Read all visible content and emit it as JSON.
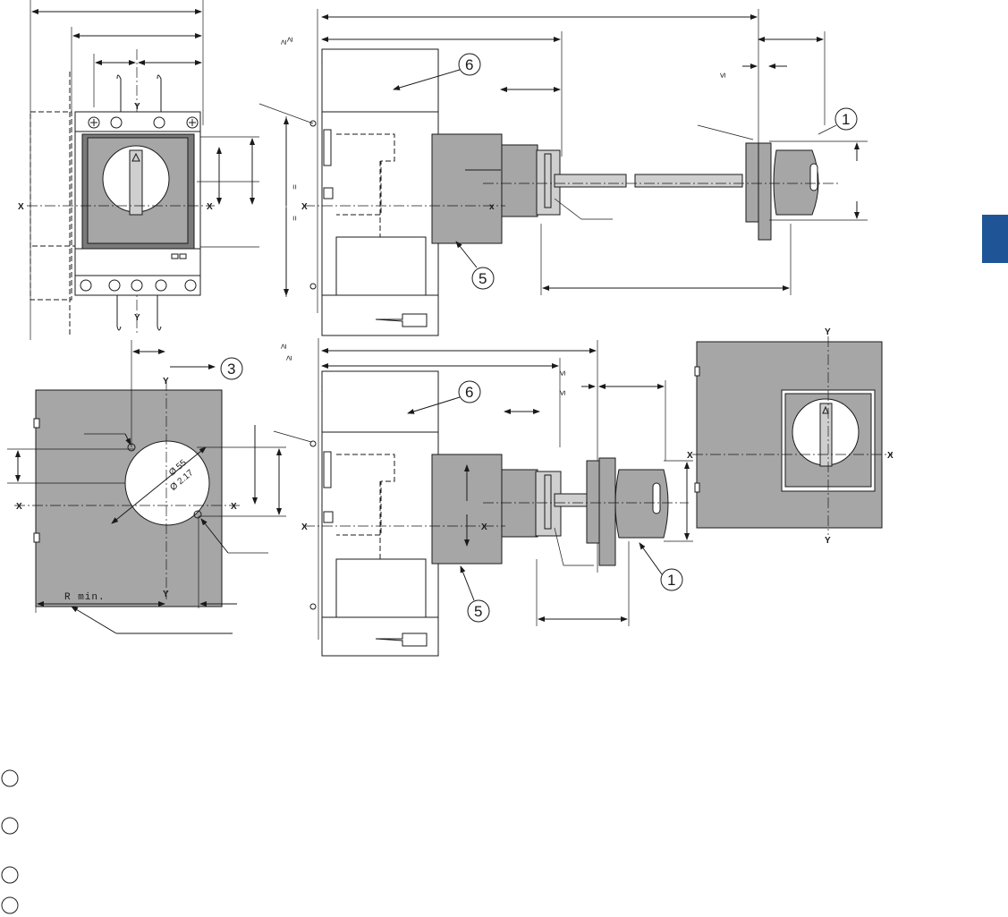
{
  "labels": {
    "axis_x": "X",
    "axis_y": "Y",
    "axis_x_lower": "x",
    "diameter_55": "Ø 55",
    "diameter_217": "Ø 2.17",
    "r_min": "R min.",
    "geq": "≥",
    "leq": "≤",
    "equal": "="
  },
  "callouts": {
    "c1": "1",
    "c3": "3",
    "c5": "5",
    "c6": "6"
  },
  "colors": {
    "accent_tab": "#1f5597",
    "panel_gray": "#a6a6a6",
    "line": "#1a1a1a"
  }
}
